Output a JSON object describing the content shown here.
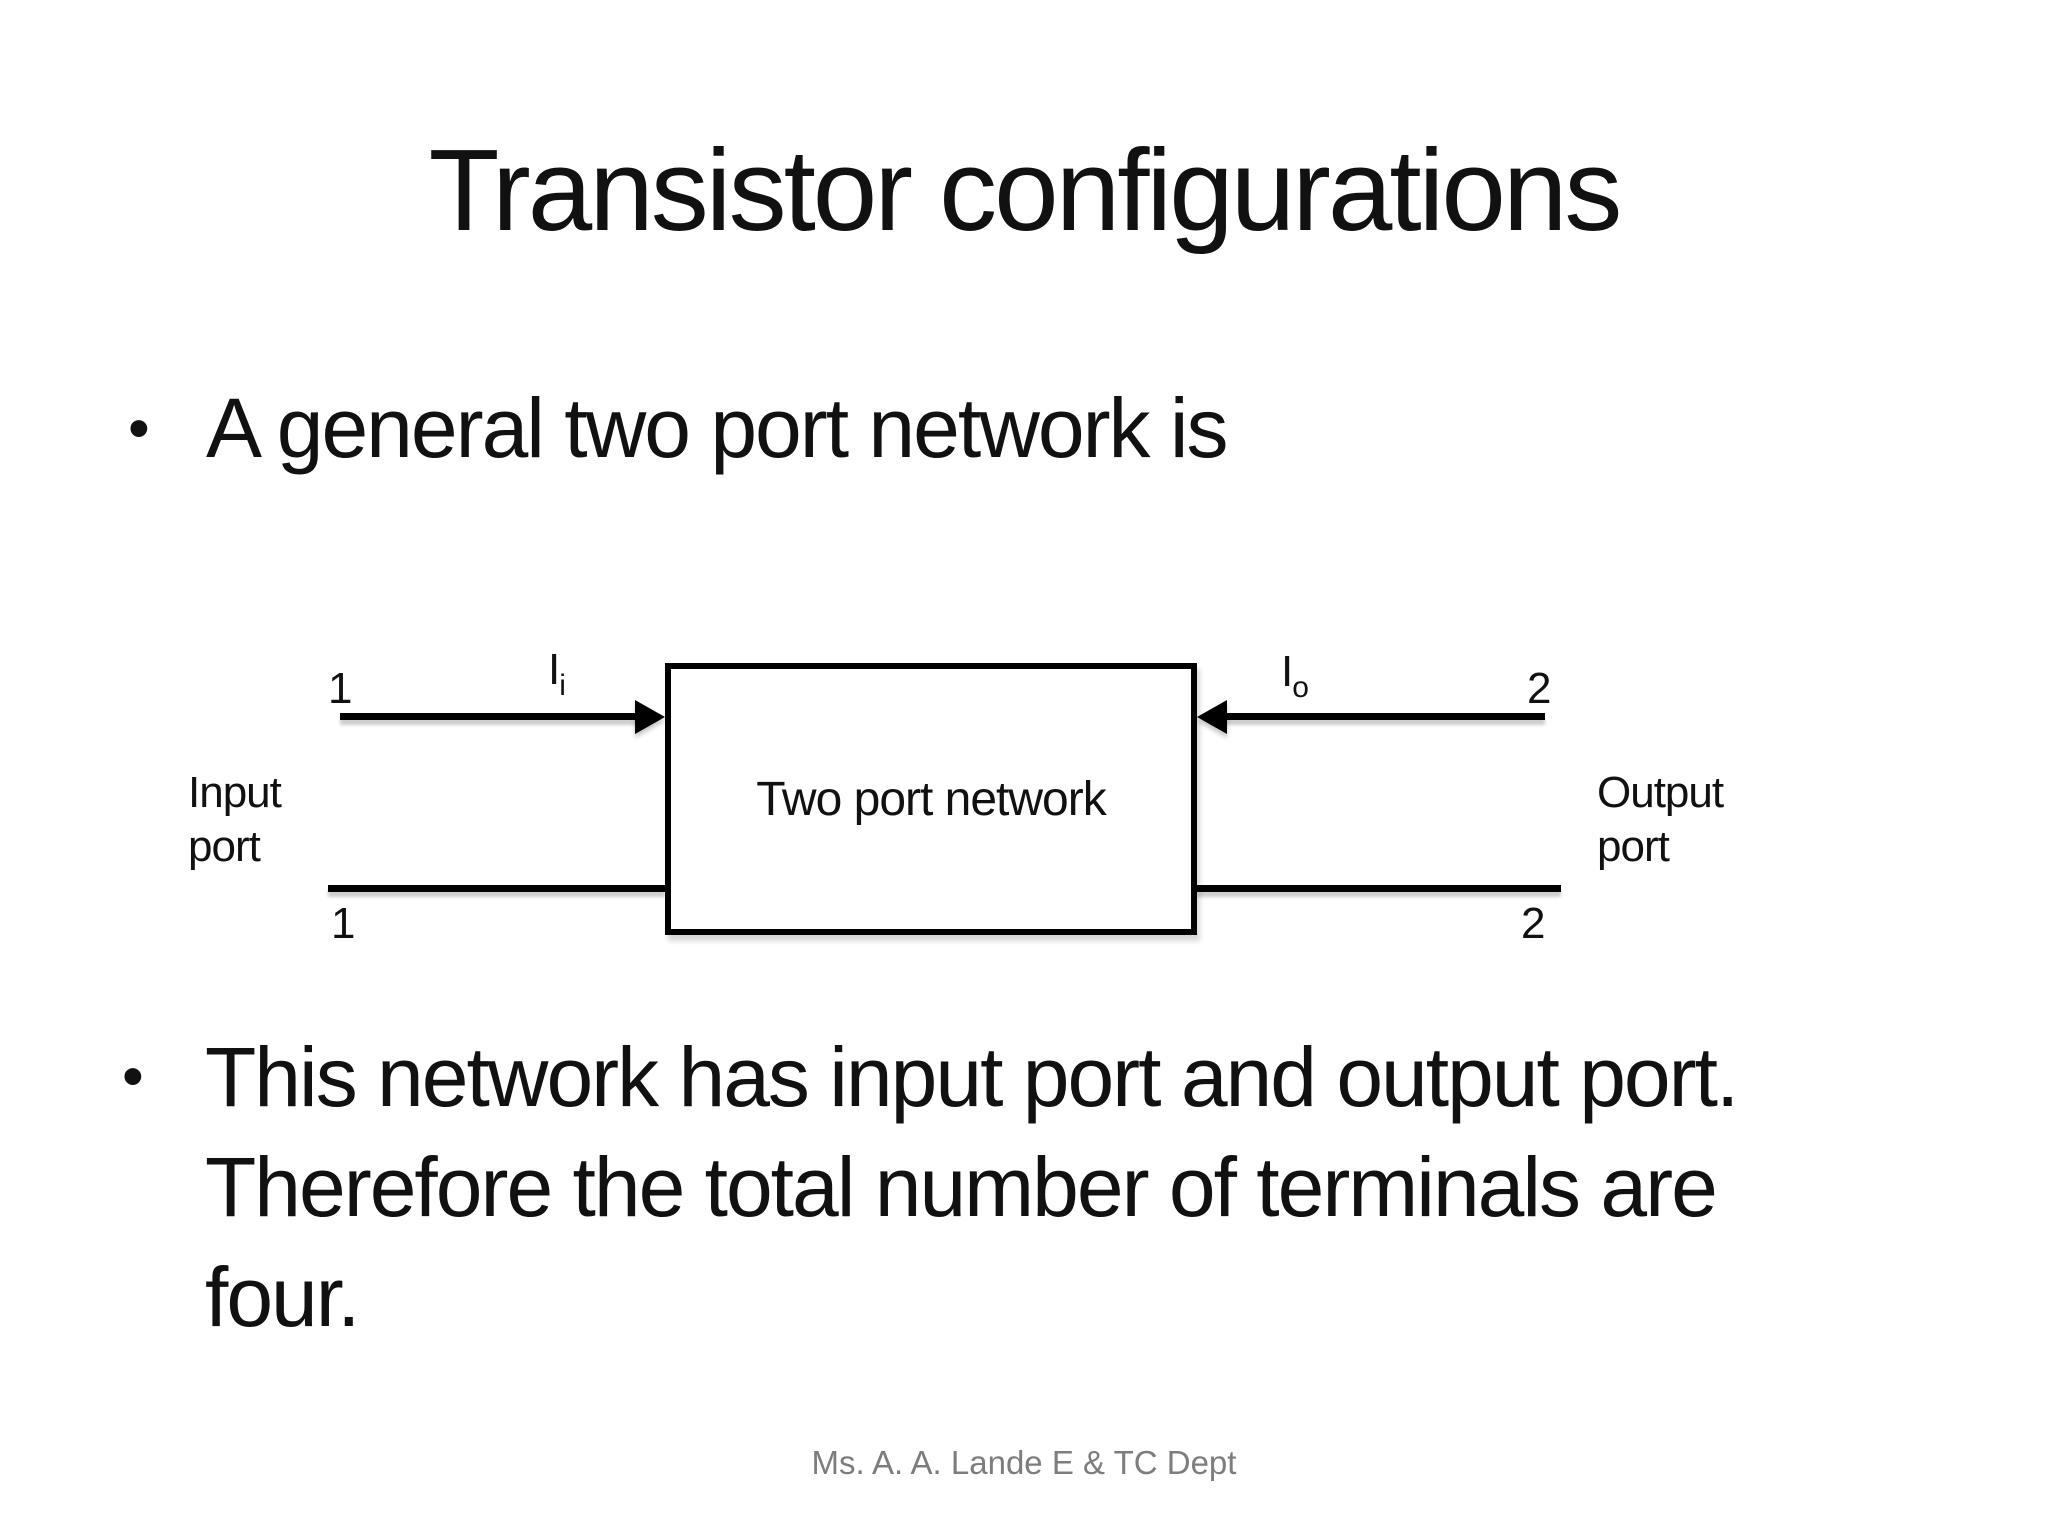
{
  "slide": {
    "title": "Transistor configurations",
    "bullet_marker": "•",
    "bullet1": "A general two port network is",
    "bullet2_lines": [
      "This network has input port and output port.",
      "Therefore the total number of terminals are",
      "four."
    ],
    "footer": "Ms. A. A. Lande E & TC Dept"
  },
  "diagram": {
    "box_label": "Two port network",
    "input_current": {
      "base": "I",
      "sub": "i"
    },
    "output_current": {
      "base": "I",
      "sub": "o"
    },
    "terminals": {
      "top_left": "1",
      "bottom_left": "1",
      "top_right": "2",
      "bottom_right": "2"
    },
    "input_port": {
      "line1": "Input",
      "line2": "port"
    },
    "output_port": {
      "line1": "Output",
      "line2": "port"
    }
  },
  "colors": {
    "text": "#111111",
    "footer_text": "#7d7d7d",
    "diagram_line": "#000000",
    "background": "#ffffff"
  }
}
